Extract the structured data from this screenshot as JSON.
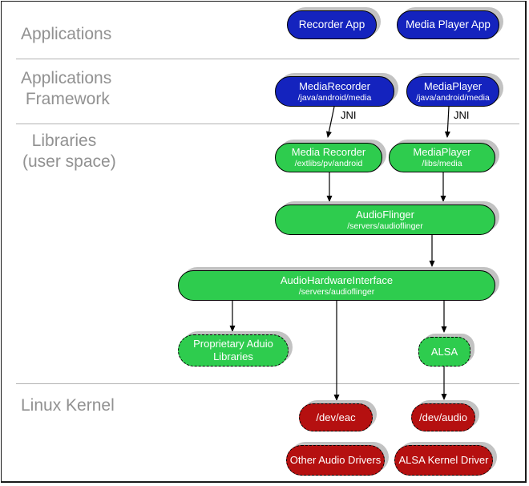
{
  "layers": {
    "applications": "Applications",
    "applications_framework": "Applications\n Framework",
    "libraries": "  Libraries\n(user space)",
    "linux_kernel": "Linux Kernel"
  },
  "jni": {
    "left": "JNI",
    "right": "JNI"
  },
  "nodes": {
    "recorder_app": {
      "title": "Recorder App"
    },
    "media_player_app": {
      "title": "Media Player App"
    },
    "media_recorder_fw": {
      "title": "MediaRecorder",
      "path": "/java/android/media"
    },
    "media_player_fw": {
      "title": "MediaPlayer",
      "path": "/java/android/media"
    },
    "media_recorder_lib": {
      "title": "Media Recorder",
      "path": "/extlibs/pv/android"
    },
    "media_player_lib": {
      "title": "MediaPlayer",
      "path": "/libs/media"
    },
    "audio_flinger": {
      "title": "AudioFlinger",
      "path": "/servers/audioflinger"
    },
    "audio_hw_interface": {
      "title": "AudioHardwareInterface",
      "path": "/servers/audioflinger"
    },
    "proprietary_audio_libs": {
      "line1": "Proprietary Aduio",
      "line2": "Libraries"
    },
    "alsa": {
      "title": "ALSA"
    },
    "dev_eac": {
      "title": "/dev/eac"
    },
    "dev_audio": {
      "title": "/dev/audio"
    },
    "other_audio_drivers": {
      "title": "Other Audio Drivers"
    },
    "alsa_kernel_driver": {
      "title": "ALSA Kernel Driver"
    }
  },
  "colors": {
    "app_blue": "#1423be",
    "lib_green": "#2ecc4e",
    "kernel_red": "#b51010",
    "shadow_gray": "#c2c2c2",
    "label_gray": "#919191"
  }
}
